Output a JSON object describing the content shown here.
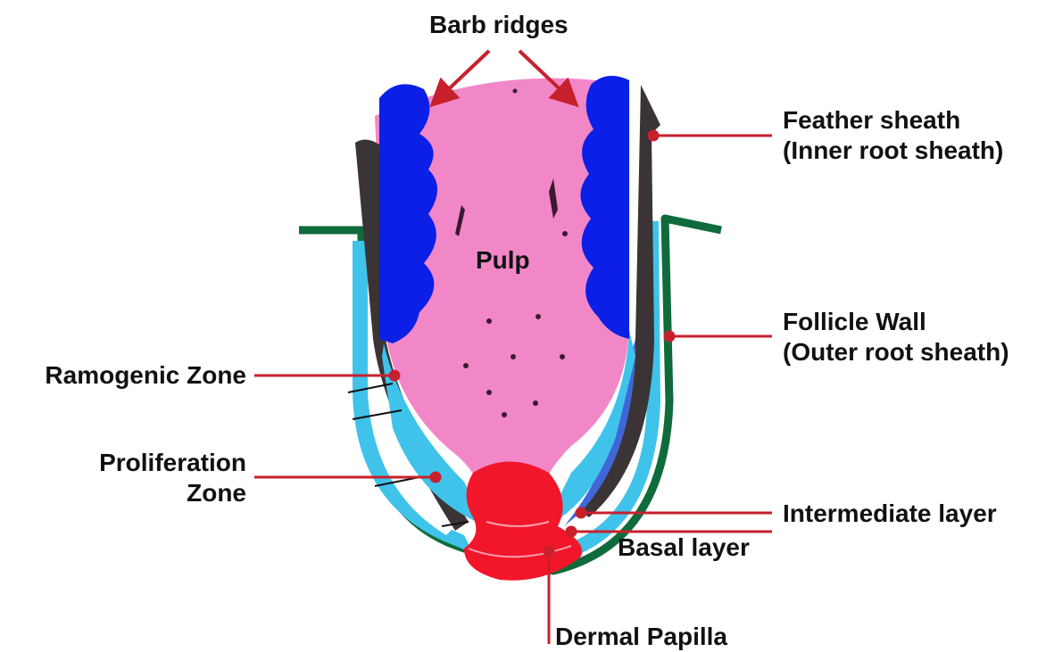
{
  "labels": {
    "barb_ridges": "Barb ridges",
    "pulp": "Pulp",
    "feather_sheath": [
      "Feather sheath",
      "(Inner root sheath)"
    ],
    "follicle_wall": [
      "Follicle Wall",
      "(Outer root sheath)"
    ],
    "ramogenic_zone": "Ramogenic Zone",
    "proliferation_zone": [
      "Proliferation",
      "Zone"
    ],
    "intermediate_layer": "Intermediate layer",
    "basal_layer": "Basal layer",
    "dermal_papilla": "Dermal Papilla"
  },
  "colors": {
    "pulp": "#f287c8",
    "barb_ridges": "#0b1fe6",
    "dermal_papilla": "#f2162b",
    "follicle_wall": "#0f6b3b",
    "basal_layer": "#3fc3ea",
    "intermediate_layer": "#3f67d8",
    "feather_sheath": "#3a3436",
    "leader_line": "#c7202d",
    "arrow": "#c7202d"
  }
}
